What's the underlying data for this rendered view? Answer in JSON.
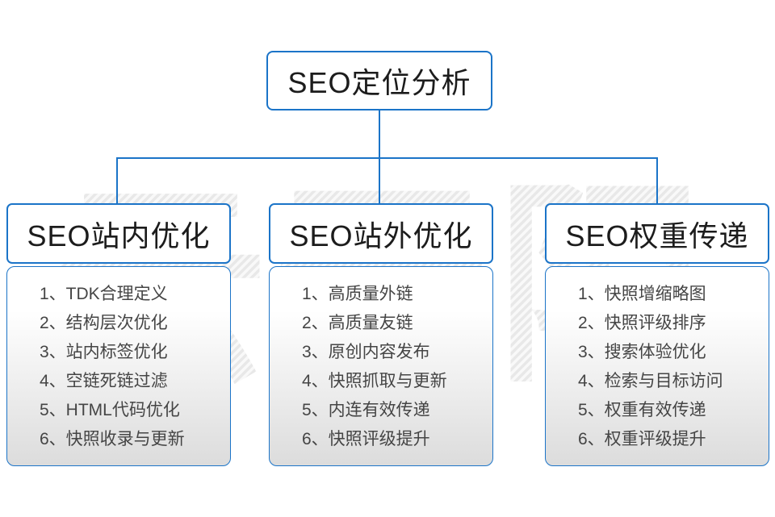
{
  "diagram": {
    "root": {
      "label": "SEO定位分析"
    },
    "branches": [
      {
        "title": "SEO站内优化",
        "items": [
          "1、TDK合理定义",
          "2、结构层次优化",
          "3、站内标签优化",
          "4、空链死链过滤",
          "5、HTML代码优化",
          "6、快照收录与更新"
        ]
      },
      {
        "title": "SEO站外优化",
        "items": [
          "1、高质量外链",
          "2、高质量友链",
          "3、原创内容发布",
          "4、快照抓取与更新",
          "5、内连有效传递",
          "6、快照评级提升"
        ]
      },
      {
        "title": "SEO权重传递",
        "items": [
          "1、快照增缩略图",
          "2、快照评级排序",
          "3、搜索体验优化",
          "4、检索与目标访问",
          "5、权重有效传递",
          "6、权重评级提升"
        ]
      }
    ]
  },
  "watermark": {
    "text": "云无限"
  },
  "colors": {
    "accent_blue": "#1b74c8",
    "panel_top": "#ffffff",
    "panel_bottom": "#dcdcdc",
    "title_text": "#1c1c1c",
    "item_text": "#454545",
    "watermark_hatch": "#e8e8e8",
    "watermark_light": "#f9f9f9"
  }
}
